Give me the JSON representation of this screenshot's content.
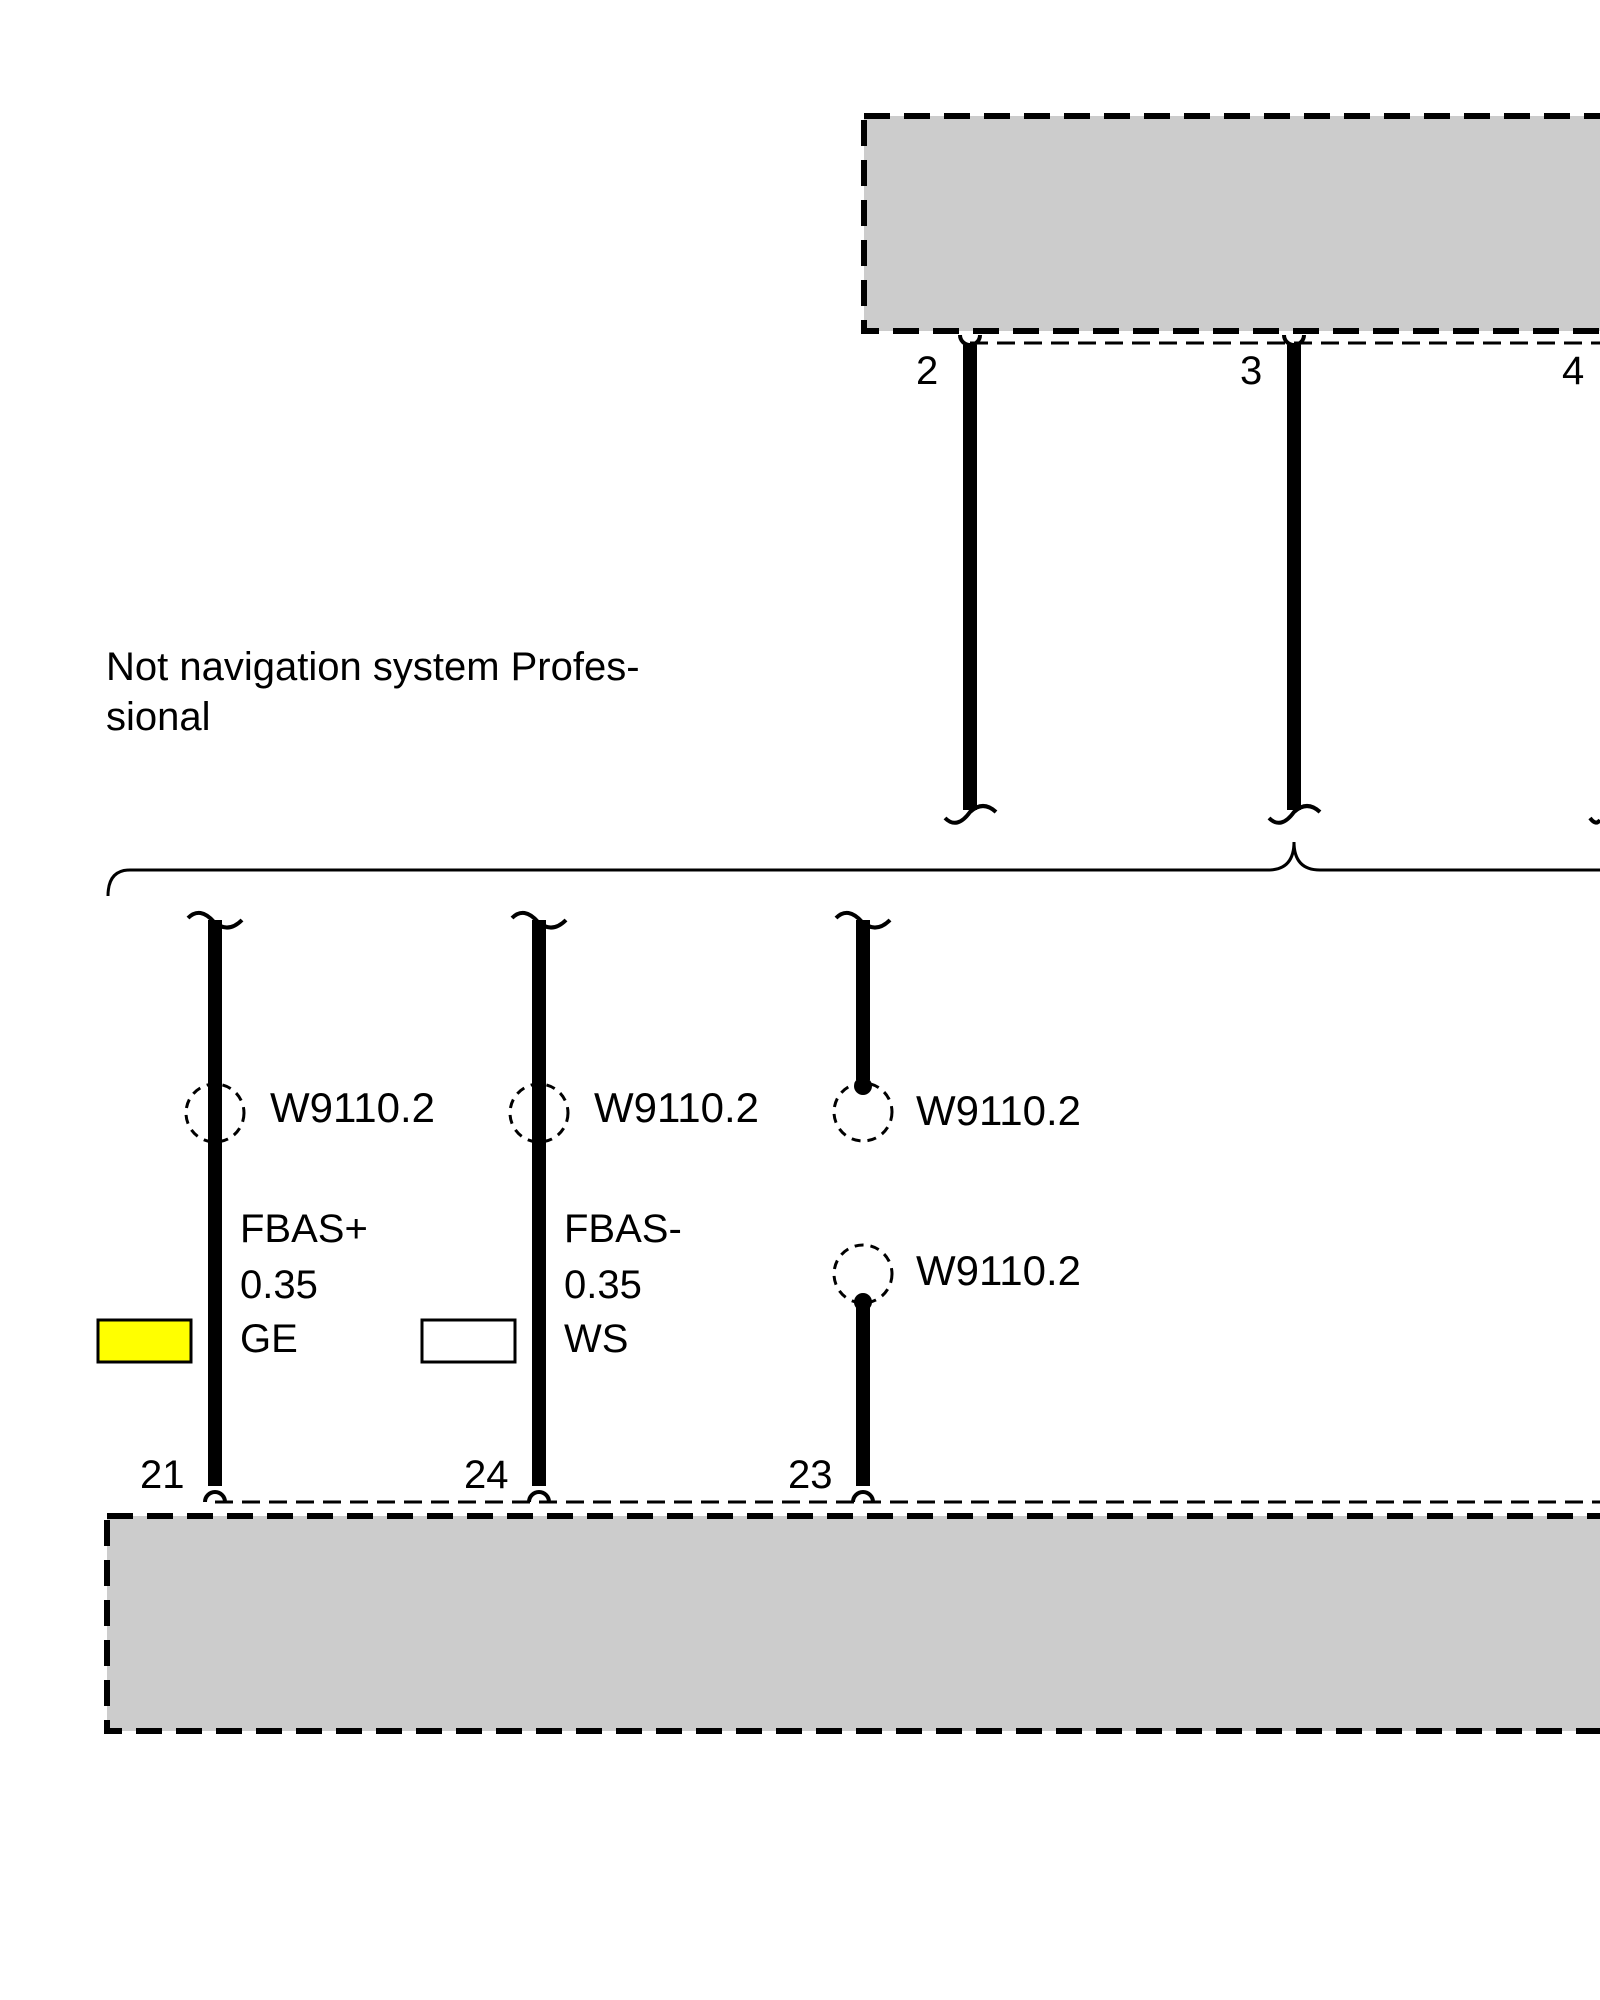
{
  "note": {
    "line1": "Not navigation system Profes-",
    "line2": "sional"
  },
  "top_component": {
    "pins": [
      "2",
      "3",
      "4"
    ]
  },
  "bottom_component": {
    "pins": [
      "21",
      "24",
      "23"
    ]
  },
  "wires": [
    {
      "pin": "21",
      "connector": "W9110.2",
      "signal": "FBAS+",
      "size": "0.35",
      "color_code": "GE",
      "swatch_color": "#FFFF00"
    },
    {
      "pin": "24",
      "connector": "W9110.2",
      "signal": "FBAS-",
      "size": "0.35",
      "color_code": "WS",
      "swatch_color": "#FFFFFF"
    },
    {
      "pin": "23",
      "connector_upper": "W9110.2",
      "connector_lower": "W9110.2"
    }
  ],
  "colors": {
    "component_fill": "#CCCCCC",
    "line": "#000000"
  }
}
